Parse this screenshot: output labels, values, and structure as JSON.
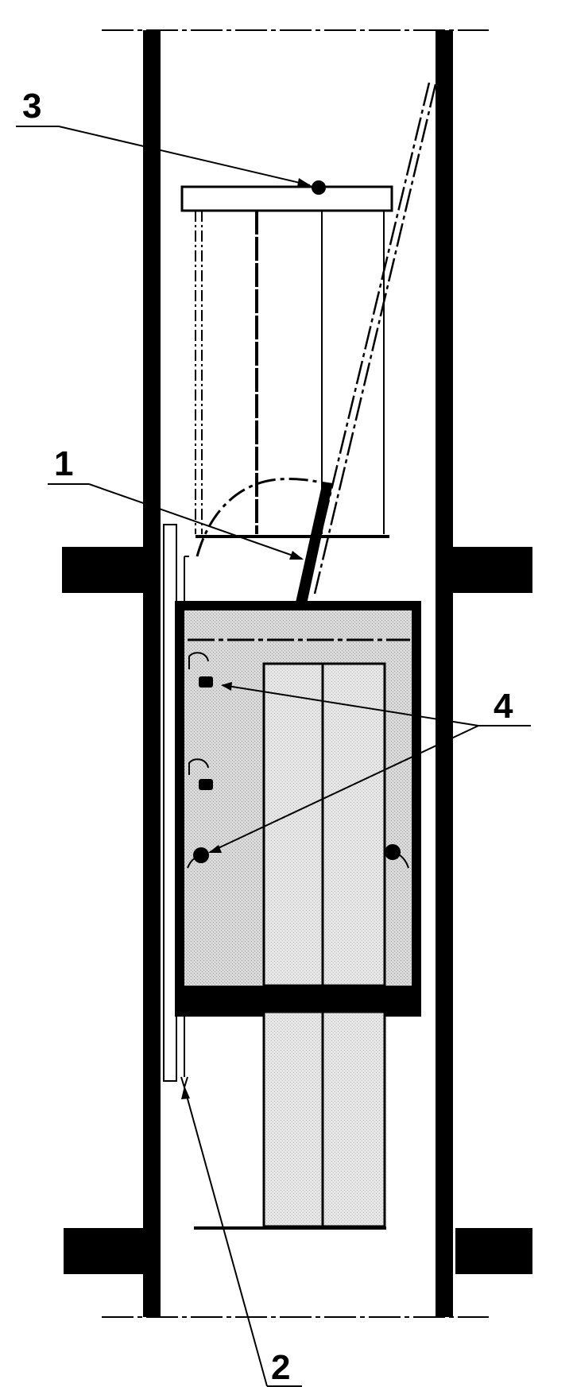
{
  "labels": {
    "one": "1",
    "two": "2",
    "three": "3",
    "four": "4"
  },
  "colors": {
    "ink": "#000000",
    "paper": "#ffffff",
    "cabin_fill": "#d6d6d6",
    "panel_fill": "#e4e4e4"
  }
}
